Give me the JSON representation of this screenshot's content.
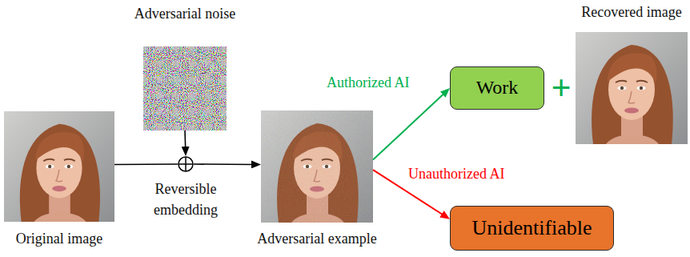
{
  "diagram": {
    "nodes": [
      {
        "text": [
          "Original image"
        ]
      },
      {
        "text": [
          "Adversarial noise"
        ]
      },
      {
        "text": [
          "Reversible embedding"
        ]
      },
      {
        "text": [
          "Adversarial example"
        ]
      },
      {
        "text": [
          "Work"
        ]
      },
      {
        "text": [
          "Recovered image"
        ]
      },
      {
        "text": [
          "Unidentifiable"
        ]
      }
    ],
    "edges": [
      {
        "from": 0,
        "to": 2,
        "arrow": "none"
      },
      {
        "from": 1,
        "to": 2,
        "arrow": "to"
      },
      {
        "from": 2,
        "to": 3,
        "arrow": "to"
      },
      {
        "from": 3,
        "to": 4,
        "label": "Authorized AI",
        "arrow": "to"
      },
      {
        "from": 3,
        "to": 6,
        "label": "Unauthorized AI",
        "arrow": "to"
      }
    ],
    "labels": [
      "+"
    ]
  }
}
